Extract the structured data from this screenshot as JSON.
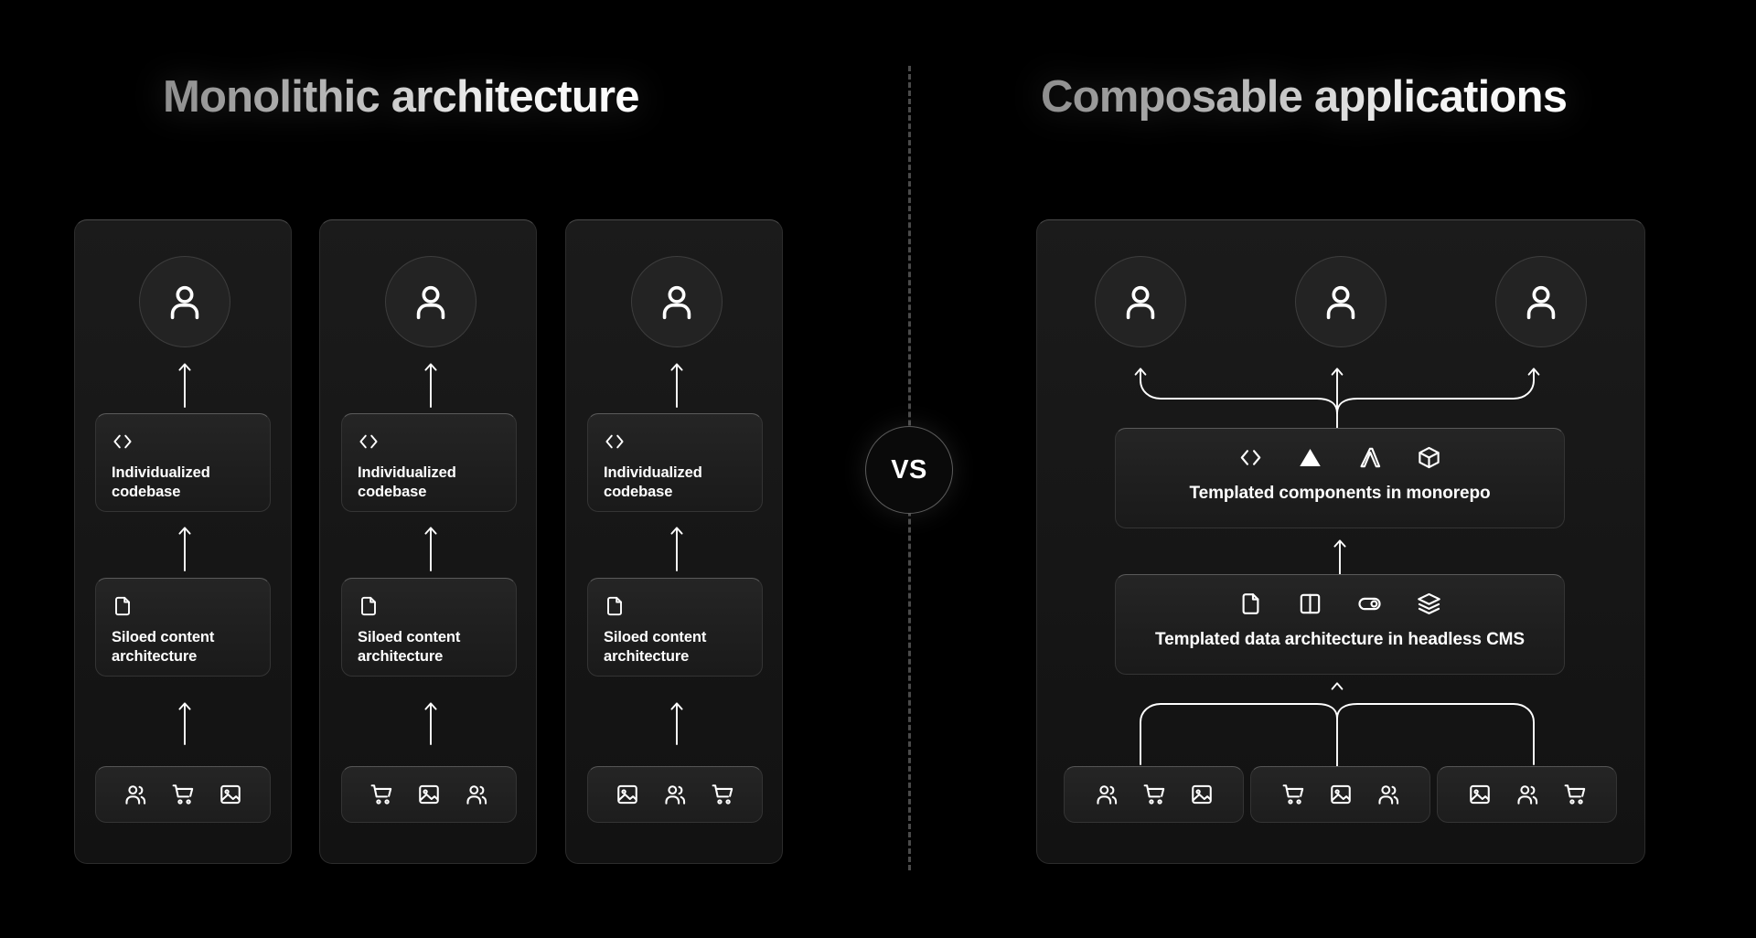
{
  "titles": {
    "left": "Monolithic architecture",
    "right": "Composable applications"
  },
  "divider": {
    "badge_label": "VS",
    "style": "dashed-vertical",
    "color": "#4a4a4a"
  },
  "colors": {
    "background": "#000000",
    "panel_fill": "#1b1b1b",
    "panel_border": "#2c2c2c",
    "card_fill": "#252525",
    "card_border": "#343434",
    "text": "#ffffff",
    "arrow": "#ffffff",
    "title_gradient_start": "#8d8d8d",
    "title_gradient_end": "#ffffff"
  },
  "monolithic": {
    "columns": [
      {
        "avatar_icon": "user-icon",
        "cards": [
          {
            "icon": "code-icon",
            "label": "Individualized codebase"
          },
          {
            "icon": "document-icon",
            "label": "Siloed content architecture"
          }
        ],
        "tray_icons": [
          "users-icon",
          "shopping-cart-icon",
          "image-icon"
        ]
      },
      {
        "avatar_icon": "user-icon",
        "cards": [
          {
            "icon": "code-icon",
            "label": "Individualized codebase"
          },
          {
            "icon": "document-icon",
            "label": "Siloed content architecture"
          }
        ],
        "tray_icons": [
          "shopping-cart-icon",
          "image-icon",
          "users-icon"
        ]
      },
      {
        "avatar_icon": "user-icon",
        "cards": [
          {
            "icon": "code-icon",
            "label": "Individualized codebase"
          },
          {
            "icon": "document-icon",
            "label": "Siloed content architecture"
          }
        ],
        "tray_icons": [
          "image-icon",
          "users-icon",
          "shopping-cart-icon"
        ]
      }
    ]
  },
  "composable": {
    "avatars": [
      "user-icon",
      "user-icon",
      "user-icon"
    ],
    "components_card": {
      "icons": [
        "code-icon",
        "triangle-icon",
        "lambda-icon",
        "cube-icon"
      ],
      "label": "Templated components in monorepo"
    },
    "cms_card": {
      "icons": [
        "document-icon",
        "columns-icon",
        "toggle-icon",
        "layers-icon"
      ],
      "label": "Templated data architecture in headless CMS"
    },
    "trays": [
      {
        "icons": [
          "users-icon",
          "shopping-cart-icon",
          "image-icon"
        ]
      },
      {
        "icons": [
          "shopping-cart-icon",
          "image-icon",
          "users-icon"
        ]
      },
      {
        "icons": [
          "image-icon",
          "users-icon",
          "shopping-cart-icon"
        ]
      }
    ]
  }
}
